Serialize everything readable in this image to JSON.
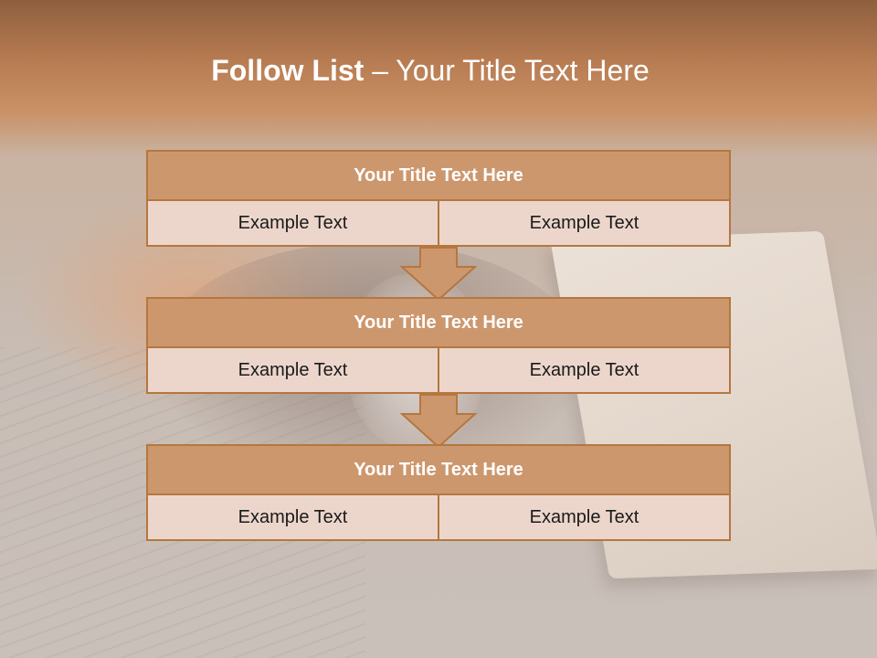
{
  "slide": {
    "title_bold": "Follow List ",
    "title_rest": " – Your Title Text Here"
  },
  "steps": [
    {
      "title": "Your Title Text Here",
      "left": "Example Text",
      "right": "Example Text"
    },
    {
      "title": "Your Title Text Here",
      "left": "Example Text",
      "right": "Example Text"
    },
    {
      "title": "Your Title Text Here",
      "left": "Example Text",
      "right": "Example Text"
    }
  ],
  "colors": {
    "header_fill": "#cd976e",
    "border": "#b5773f",
    "cell_fill": "#ecd6cb",
    "title_text": "#ffffff"
  },
  "icons": {
    "connector": "down-arrow-icon"
  }
}
